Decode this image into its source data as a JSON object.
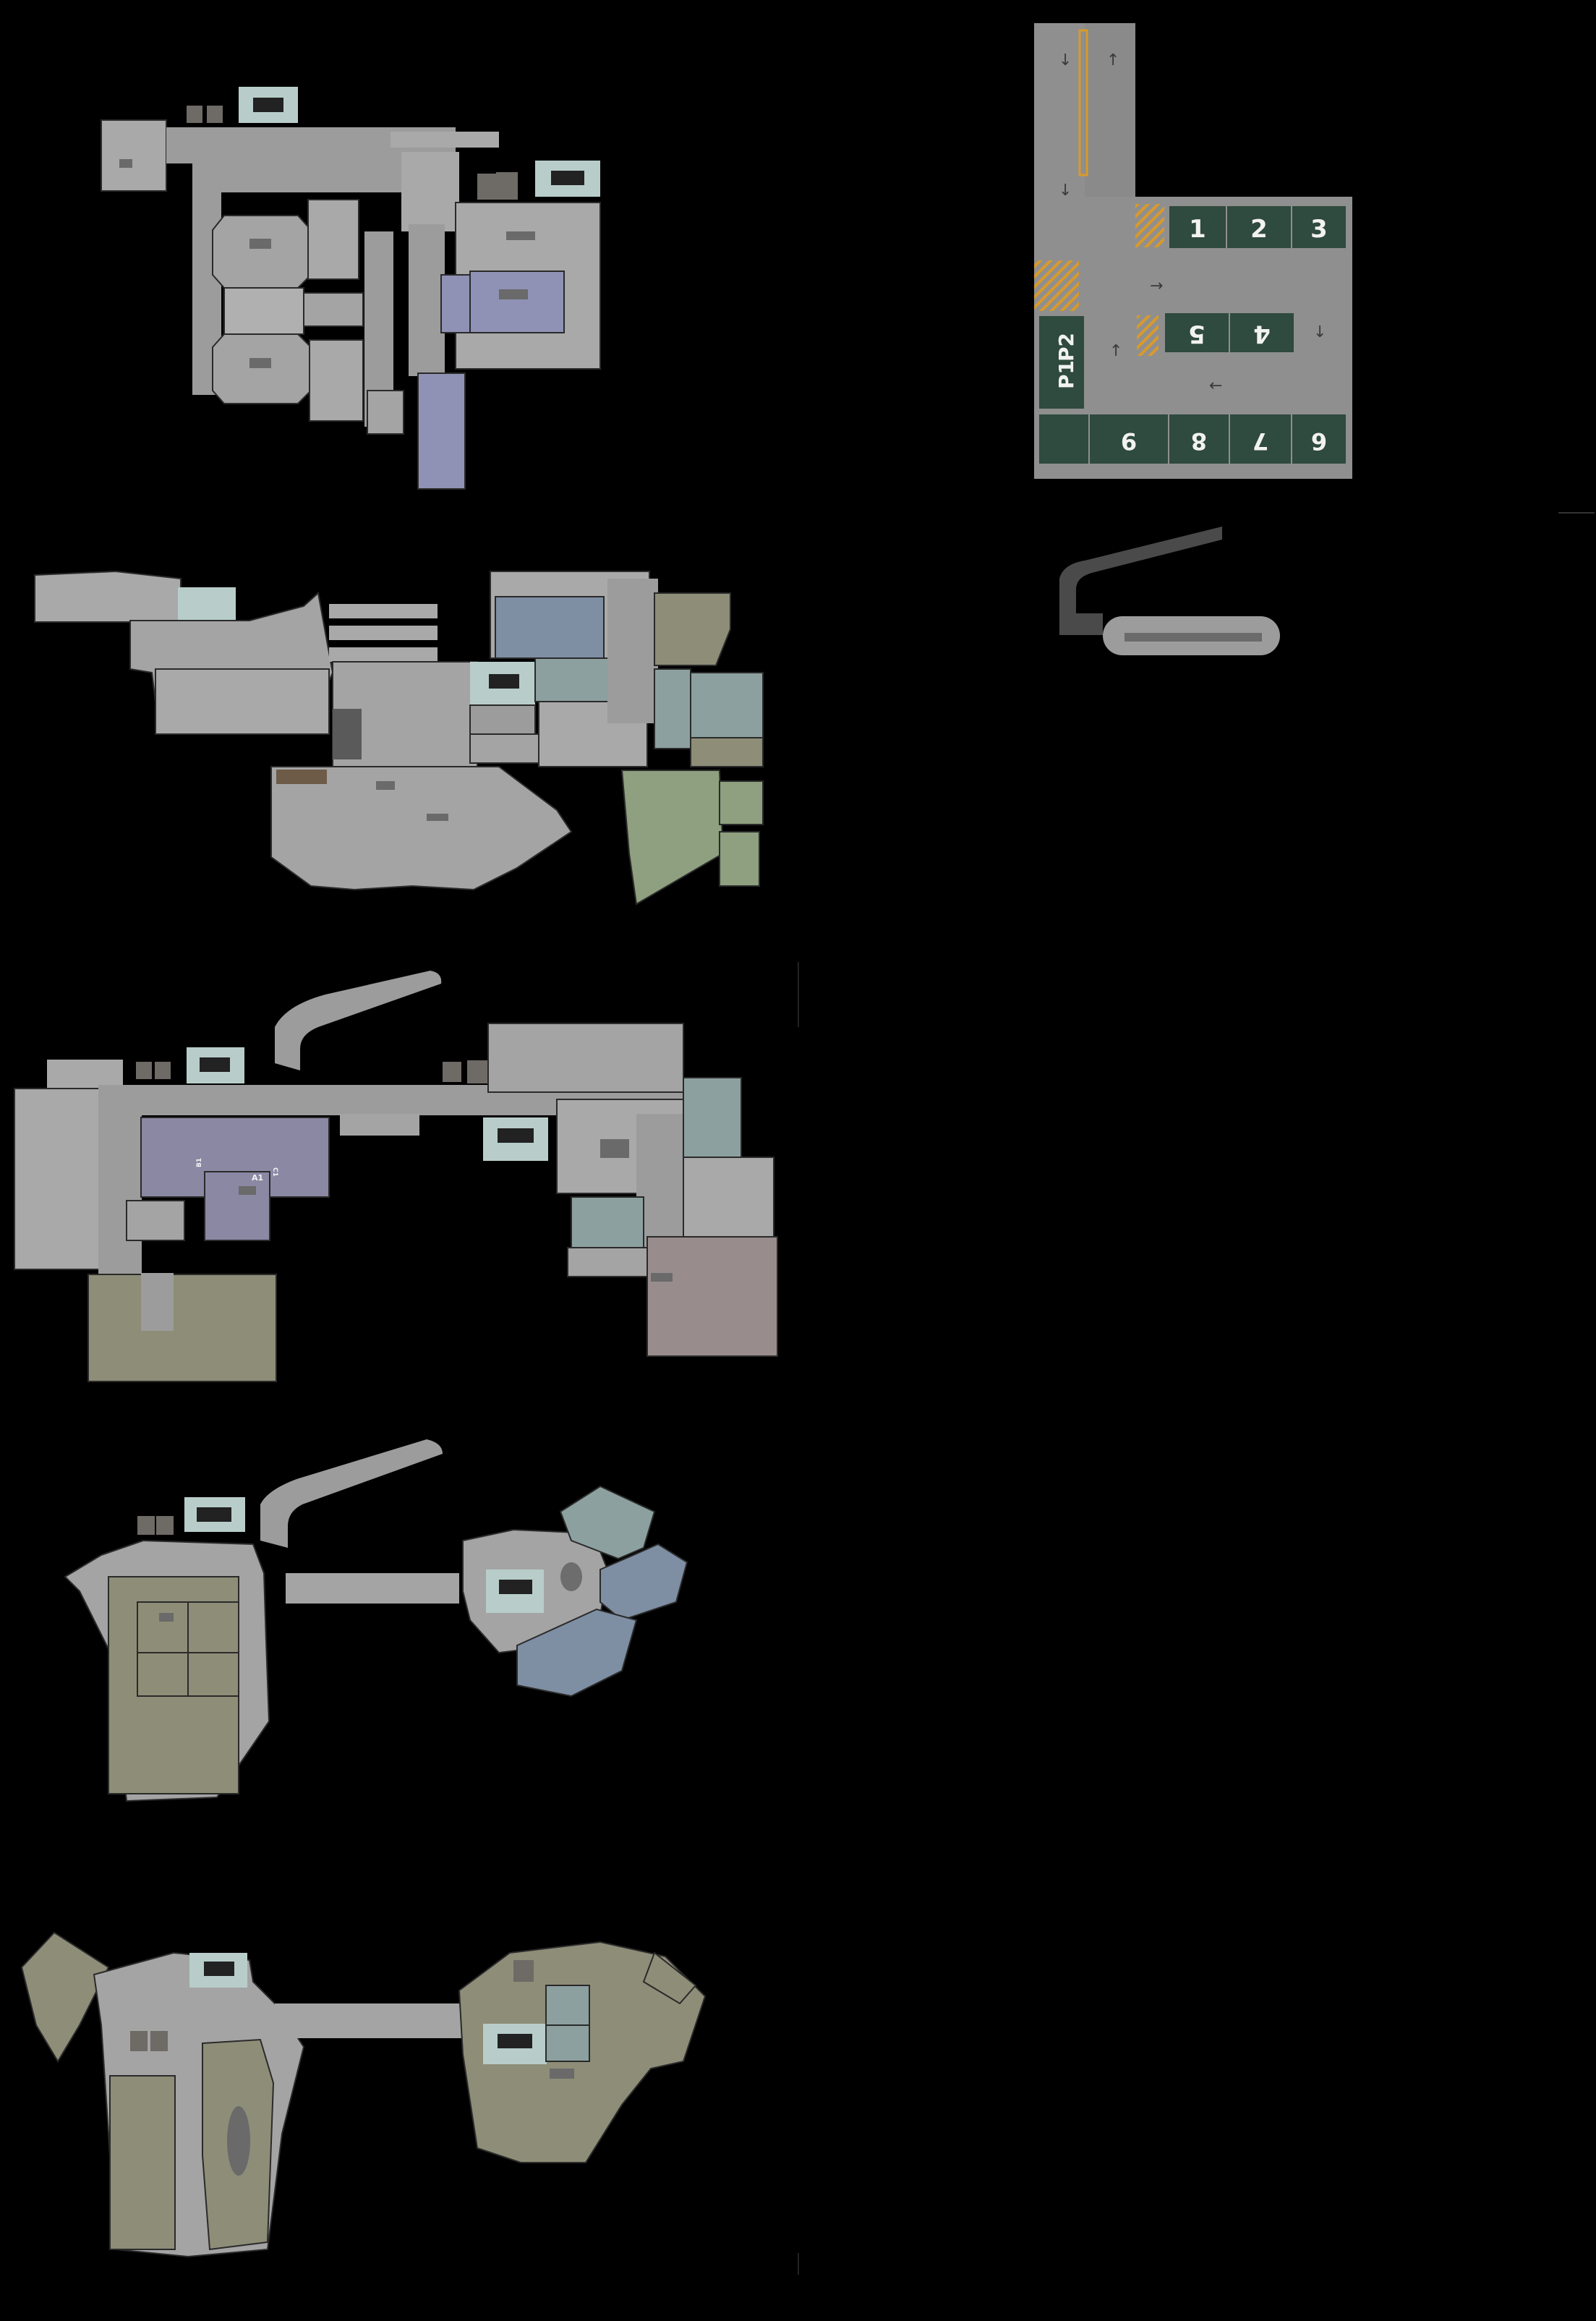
{
  "colors": {
    "background": "#000000",
    "floor": "#a9a9a9",
    "corridor": "#9c9c9c",
    "wall_dark": "#555555",
    "stair": "#b8cdc9",
    "office_blue": "#8f92b5",
    "office_slate": "#7e8ea3",
    "office_green": "#8ea07f",
    "office_olive": "#8e8d78",
    "office_mauve": "#998c8d",
    "office_teal": "#8da0a0",
    "parking_bay": "#2f4a3e",
    "parking_floor": "#8f8f8f",
    "hatch": "#d99a2b"
  },
  "parking": {
    "spots_top": [
      "1",
      "2",
      "3"
    ],
    "spots_middle": [
      "5",
      "4"
    ],
    "spots_left": [
      "P1",
      "P2"
    ],
    "spots_bottom": [
      "9",
      "8",
      "7",
      "6"
    ]
  },
  "floor_labels": {
    "room_a1": "A1",
    "room_b1": "B1",
    "room_c1": "C1"
  },
  "icons": [
    "stair-icon",
    "elevator-icon",
    "arrow-icon"
  ]
}
